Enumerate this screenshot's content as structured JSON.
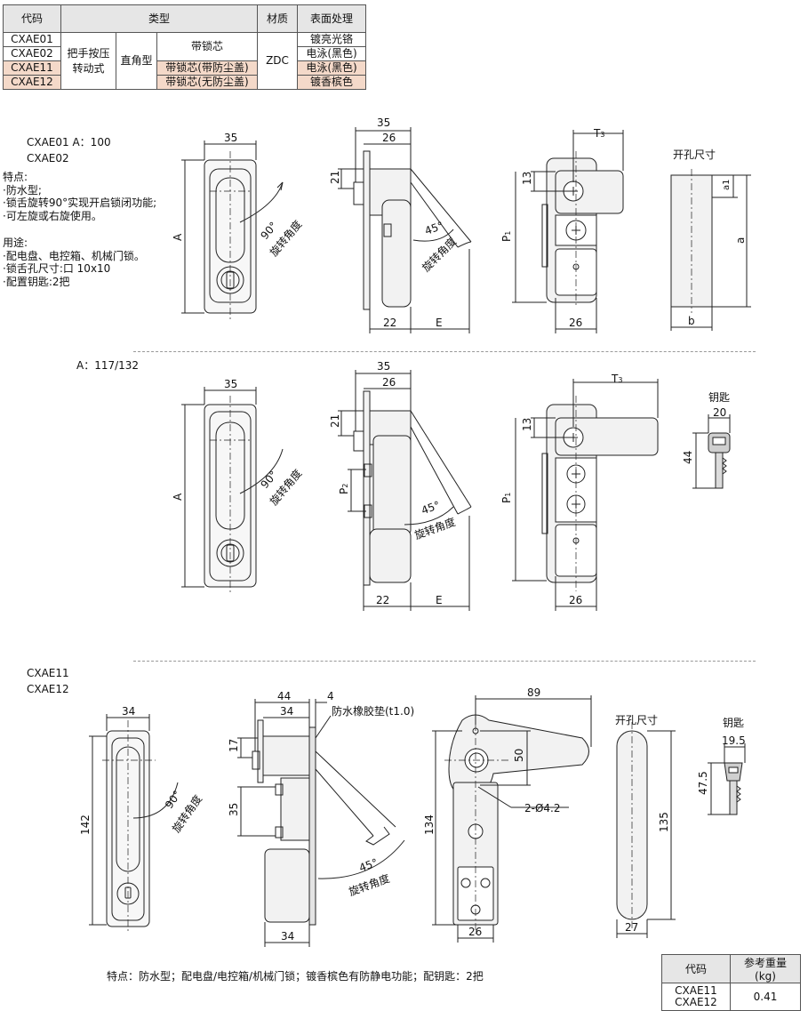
{
  "spec_table": {
    "headers": [
      "代码",
      "类型",
      "材质",
      "表面处理"
    ],
    "codes": [
      "CXAE01",
      "CXAE02",
      "CXAE11",
      "CXAE12"
    ],
    "type_main": "把手按压\n转动式",
    "type_sub": "直角型",
    "lock_core": "带锁芯",
    "lock_core_dust": "带锁芯(带防尘盖)",
    "lock_core_nodust": "带锁芯(无防尘盖)",
    "material": "ZDC",
    "finishes": [
      "镀亮光铬",
      "电泳(黑色)",
      "电泳(黑色)",
      "镀香槟色"
    ],
    "highlight_color": "#f4d9c9"
  },
  "section1": {
    "model_line1": "CXAE01 A：100",
    "model_line2": "CXAE02",
    "features_title": "特点:",
    "features": [
      "·防水型;",
      "·锁舌旋转90°实现开启锁闭功能;",
      "·可左旋或右旋使用。"
    ],
    "uses_title": "用途:",
    "uses": [
      "·配电盘、电控箱、机械门锁。",
      "·锁舌孔尺寸:口 10x10",
      "·配置钥匙:2把"
    ],
    "dims": {
      "w35": "35",
      "a": "A",
      "deg90": "90°",
      "rot": "旋转角度",
      "top35": "35",
      "top26": "26",
      "d21": "21",
      "deg45": "45°",
      "d22": "22",
      "e": "E",
      "t3": "T3",
      "d13": "13",
      "p1": "P1",
      "d26": "26"
    },
    "cutout_title": "开孔尺寸",
    "cutout_a1": "a1",
    "cutout_a": "a",
    "cutout_b": "b"
  },
  "section2": {
    "model_line": "A：117/132",
    "dims": {
      "w35": "35",
      "a": "A",
      "deg90": "90°",
      "rot": "旋转角度",
      "top35": "35",
      "top26": "26",
      "d21": "21",
      "p2": "P2",
      "deg45": "45°",
      "d22": "22",
      "e": "E",
      "t3": "T3",
      "d13": "13",
      "p1": "P1",
      "d26": "26"
    },
    "key_title": "钥匙",
    "key_w": "20",
    "key_h": "44"
  },
  "section3": {
    "model_line1": "CXAE11",
    "model_line2": "CXAE12",
    "dims": {
      "w34": "34",
      "h142": "142",
      "deg90": "90°",
      "rot": "旋转角度",
      "top44": "44",
      "top4": "4",
      "top34": "34",
      "gasket": "防水橡胶垫(t1.0)",
      "d17": "17",
      "d35": "35",
      "deg45": "45°",
      "bot34": "34",
      "d89": "89",
      "d50": "50",
      "holes": "2-Ø4.2",
      "d134": "134",
      "d26": "26"
    },
    "cutout_title": "开孔尺寸",
    "cutout_h": "135",
    "cutout_w": "27",
    "key_title": "钥匙",
    "key_w": "19.5",
    "key_h": "47.5"
  },
  "footer_note": "特点：防水型；配电盘/电控箱/机械门锁；镀香槟色有防静电功能；配钥匙：2把",
  "weight_table": {
    "headers": [
      "代码",
      "参考重量(kg)"
    ],
    "codes": "CXAE11\nCXAE12",
    "weight": "0.41"
  }
}
